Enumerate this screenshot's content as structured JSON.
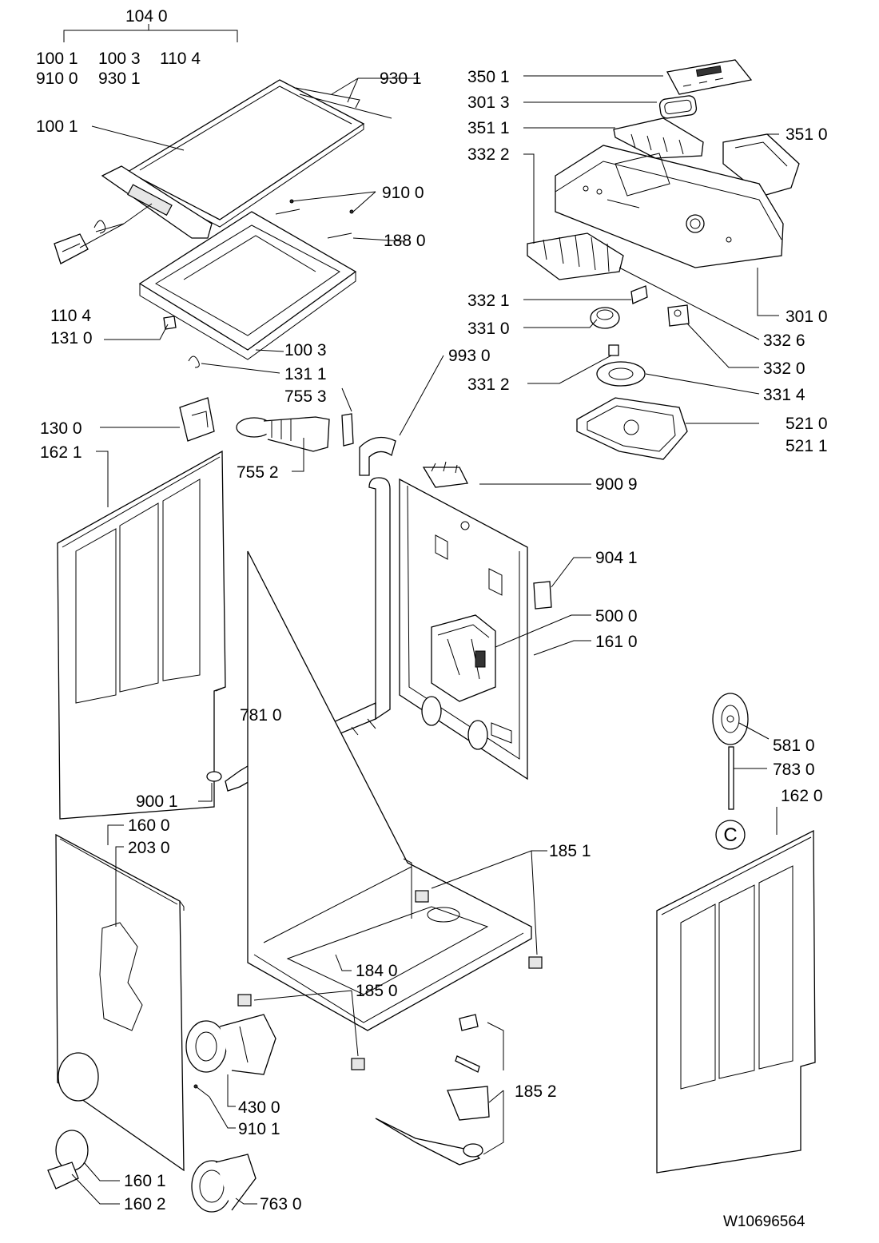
{
  "diagram": {
    "labels": {
      "l_1040": "104 0",
      "l_1001a": "100 1",
      "l_1003a": "100 3",
      "l_1104a": "110 4",
      "l_9100a": "910 0",
      "l_9301a": "930 1",
      "l_9301b": "930 1",
      "l_1001b": "100 1",
      "l_9100b": "910 0",
      "l_1880": "188 0",
      "l_1104b": "110 4",
      "l_1310": "131 0",
      "l_1003b": "100 3",
      "l_1311": "131 1",
      "l_7553": "755 3",
      "l_1300": "130 0",
      "l_1621": "162 1",
      "l_7552": "755 2",
      "l_3501": "350 1",
      "l_3013": "301 3",
      "l_3511": "351 1",
      "l_3510": "351 0",
      "l_3322": "332 2",
      "l_3321": "332 1",
      "l_3010": "301 0",
      "l_3310": "331 0",
      "l_3326": "332 6",
      "l_9930": "993 0",
      "l_3320": "332 0",
      "l_3312": "331 2",
      "l_3314": "331 4",
      "l_5210": "521 0",
      "l_5211": "521 1",
      "l_9009": "900 9",
      "l_9041": "904 1",
      "l_5000": "500 0",
      "l_1610": "161 0",
      "l_7810": "781 0",
      "l_5810": "581 0",
      "l_7830": "783 0",
      "l_9001": "900 1",
      "l_1620": "162 0",
      "l_1600": "160 0",
      "l_2030": "203 0",
      "l_1851": "185 1",
      "l_1840": "184 0",
      "l_1850": "185 0",
      "l_1852": "185 2",
      "l_4300": "430 0",
      "l_9101": "910 1",
      "l_1601": "160 1",
      "l_1602": "160 2",
      "l_7630": "763 0",
      "ref_c": "C",
      "doc_id": "W10696564"
    }
  }
}
